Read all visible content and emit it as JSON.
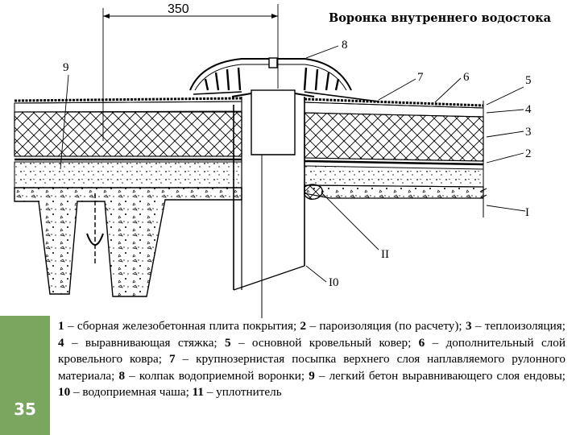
{
  "title": "Воронка внутреннего водостока",
  "slide_number": "35",
  "dimension": "350",
  "callouts": {
    "l1": "I",
    "l2": "2",
    "l3": "3",
    "l4": "4",
    "l5": "5",
    "l6": "6",
    "l7": "7",
    "l8": "8",
    "l9": "9",
    "l10": "I0",
    "l11": "II"
  },
  "legend": [
    {
      "num": "1",
      "text": " – сборная железобетонная плита покрытия; "
    },
    {
      "num": "2",
      "text": " – пароизоляция (по расчету); "
    },
    {
      "num": "3",
      "text": " – теплоизоляция; "
    },
    {
      "num": "4",
      "text": " – выравнивающая стяжка; "
    },
    {
      "num": "5",
      "text": " – основной кровельный ковер; "
    },
    {
      "num": "6",
      "text": " – дополнительный слой кровельного ковра; "
    },
    {
      "num": "7",
      "text": " – крупнозернистая посыпка верхнего слоя наплавляемого рулонного материала; "
    },
    {
      "num": "8",
      "text": " – колпак водоприемной воронки; "
    },
    {
      "num": "9",
      "text": " – легкий бетон выравнивающего слоя ендовы; "
    },
    {
      "num": "10",
      "text": " – водоприемная чаша; "
    },
    {
      "num": "11",
      "text": " – уплотнитель"
    }
  ],
  "colors": {
    "accent_bar": "#7aa65f",
    "line": "#000000"
  }
}
